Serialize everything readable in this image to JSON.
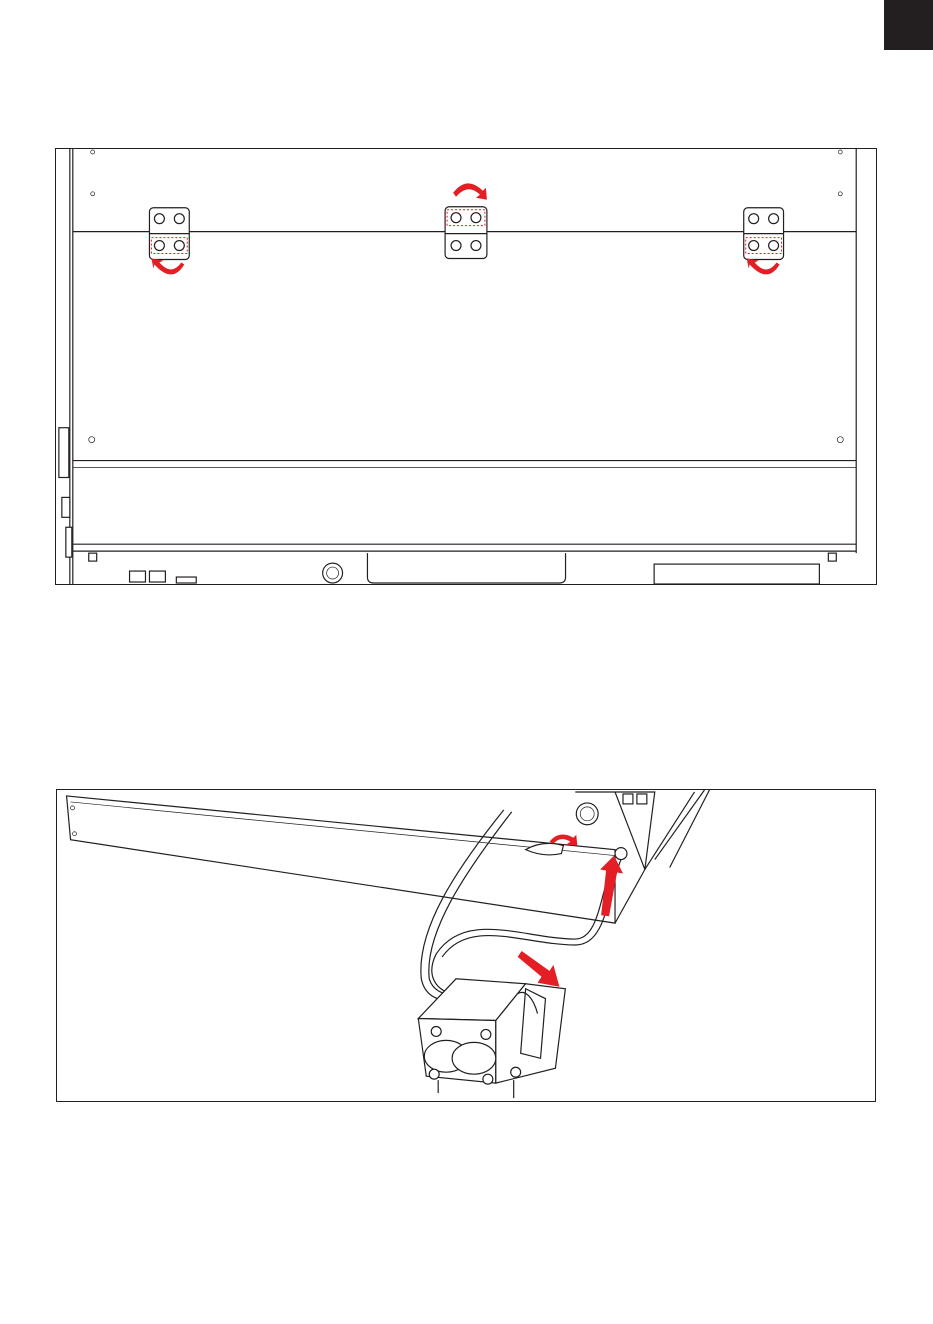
{
  "page": {
    "tab_color": "#231f20",
    "accent_color": "#e31e24"
  },
  "figures": [
    {
      "id": "figure-1",
      "description_icon": "hinge-screw-rotation-diagram",
      "hinges": 3,
      "rotation_arrows": 3
    },
    {
      "id": "figure-2",
      "description_icon": "pump-hose-connection-diagram",
      "direction_arrows": 2,
      "rotation_arrows": 1
    }
  ]
}
